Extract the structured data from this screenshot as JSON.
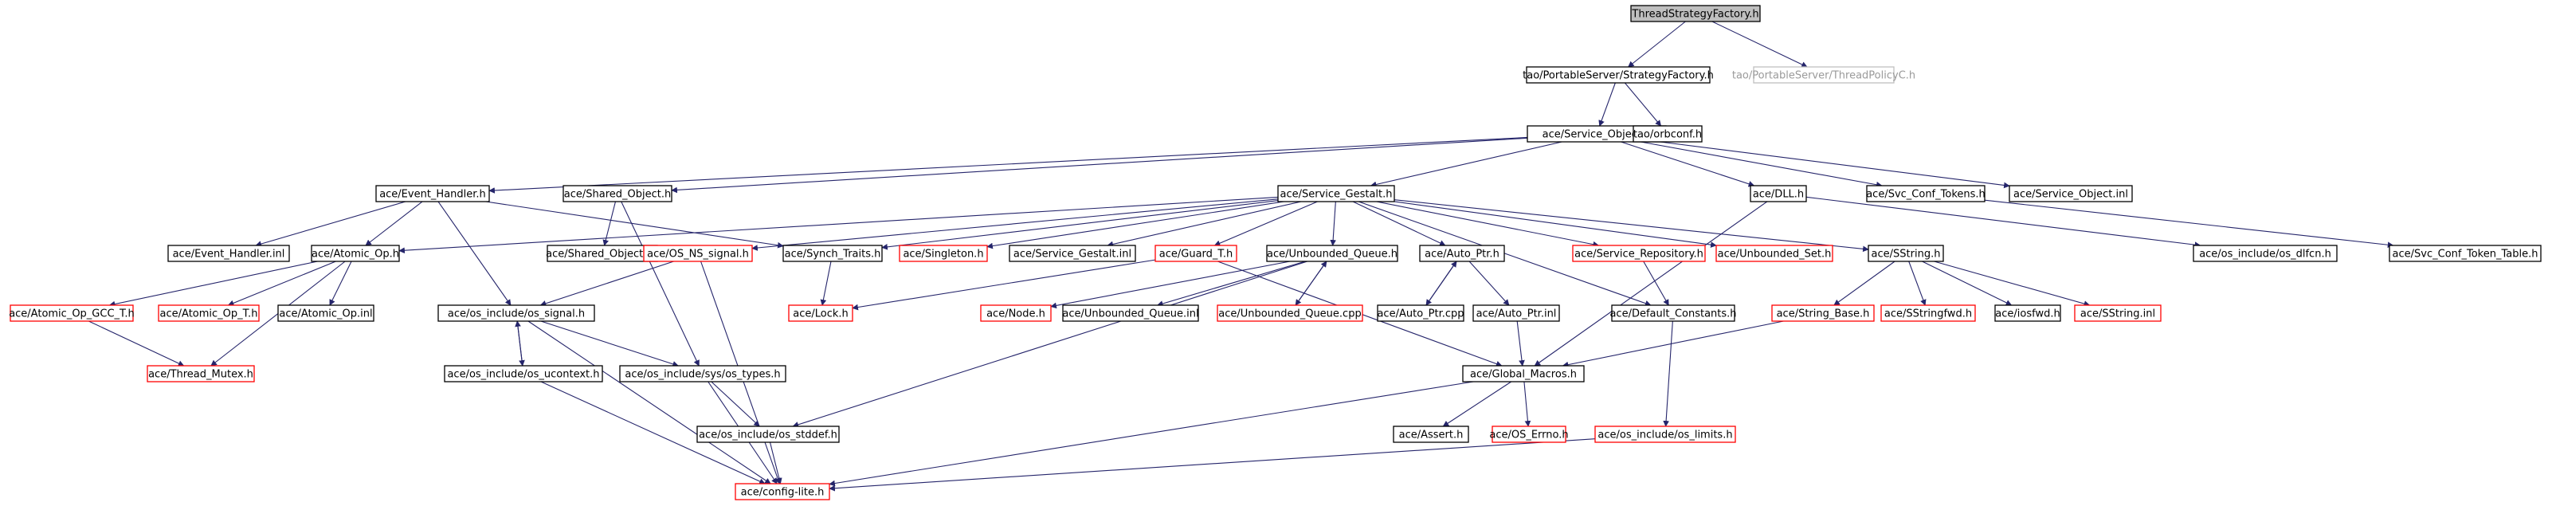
{
  "colors": {
    "edge": "#25256b",
    "black": "#000000",
    "red": "#ff0000",
    "gray": "#bfbfbf",
    "rootFill": "#bfbfbf"
  },
  "nodes": [
    {
      "id": "n0",
      "label": "ThreadStrategyFactory.h",
      "style": "root"
    },
    {
      "id": "n1",
      "label": "tao/PortableServer/StrategyFactory.h",
      "style": "black"
    },
    {
      "id": "n2",
      "label": "tao/PortableServer/ThreadPolicyC.h",
      "style": "gray"
    },
    {
      "id": "n3",
      "label": "ace/Service_Object.h",
      "style": "black"
    },
    {
      "id": "n4",
      "label": "tao/orbconf.h",
      "style": "black"
    },
    {
      "id": "n5",
      "label": "ace/Event_Handler.h",
      "style": "black"
    },
    {
      "id": "n6",
      "label": "ace/Shared_Object.h",
      "style": "black"
    },
    {
      "id": "n7",
      "label": "ace/Service_Gestalt.h",
      "style": "black"
    },
    {
      "id": "n8",
      "label": "ace/DLL.h",
      "style": "black"
    },
    {
      "id": "n9",
      "label": "ace/Svc_Conf_Tokens.h",
      "style": "black"
    },
    {
      "id": "n10",
      "label": "ace/Service_Object.inl",
      "style": "black"
    },
    {
      "id": "n11",
      "label": "ace/Event_Handler.inl",
      "style": "black"
    },
    {
      "id": "n12",
      "label": "ace/Atomic_Op.h",
      "style": "black"
    },
    {
      "id": "n13",
      "label": "ace/Shared_Object.inl",
      "style": "black"
    },
    {
      "id": "n14",
      "label": "ace/OS_NS_signal.h",
      "style": "red"
    },
    {
      "id": "n15",
      "label": "ace/Synch_Traits.h",
      "style": "black"
    },
    {
      "id": "n16",
      "label": "ace/Singleton.h",
      "style": "red"
    },
    {
      "id": "n17",
      "label": "ace/Service_Gestalt.inl",
      "style": "black"
    },
    {
      "id": "n18",
      "label": "ace/Guard_T.h",
      "style": "red"
    },
    {
      "id": "n19",
      "label": "ace/Unbounded_Queue.h",
      "style": "black"
    },
    {
      "id": "n20",
      "label": "ace/Auto_Ptr.h",
      "style": "black"
    },
    {
      "id": "n21",
      "label": "ace/Service_Repository.h",
      "style": "red"
    },
    {
      "id": "n22",
      "label": "ace/Unbounded_Set.h",
      "style": "red"
    },
    {
      "id": "n23",
      "label": "ace/SString.h",
      "style": "black"
    },
    {
      "id": "n24",
      "label": "ace/os_include/os_dlfcn.h",
      "style": "black"
    },
    {
      "id": "n25",
      "label": "ace/Svc_Conf_Token_Table.h",
      "style": "black"
    },
    {
      "id": "n26",
      "label": "ace/Atomic_Op_GCC_T.h",
      "style": "red"
    },
    {
      "id": "n27",
      "label": "ace/Atomic_Op_T.h",
      "style": "red"
    },
    {
      "id": "n28",
      "label": "ace/Atomic_Op.inl",
      "style": "black"
    },
    {
      "id": "n29",
      "label": "ace/os_include/os_signal.h",
      "style": "black"
    },
    {
      "id": "n30",
      "label": "ace/Lock.h",
      "style": "red"
    },
    {
      "id": "n31",
      "label": "ace/Node.h",
      "style": "red"
    },
    {
      "id": "n32",
      "label": "ace/Unbounded_Queue.inl",
      "style": "black"
    },
    {
      "id": "n33",
      "label": "ace/Unbounded_Queue.cpp",
      "style": "red"
    },
    {
      "id": "n34",
      "label": "ace/Auto_Ptr.cpp",
      "style": "black"
    },
    {
      "id": "n35",
      "label": "ace/Auto_Ptr.inl",
      "style": "black"
    },
    {
      "id": "n36",
      "label": "ace/Default_Constants.h",
      "style": "black"
    },
    {
      "id": "n37",
      "label": "ace/String_Base.h",
      "style": "red"
    },
    {
      "id": "n38",
      "label": "ace/SStringfwd.h",
      "style": "red"
    },
    {
      "id": "n39",
      "label": "ace/iosfwd.h",
      "style": "black"
    },
    {
      "id": "n40",
      "label": "ace/SString.inl",
      "style": "red"
    },
    {
      "id": "n41",
      "label": "ace/Thread_Mutex.h",
      "style": "red"
    },
    {
      "id": "n42",
      "label": "ace/os_include/os_ucontext.h",
      "style": "black"
    },
    {
      "id": "n43",
      "label": "ace/os_include/sys/os_types.h",
      "style": "black"
    },
    {
      "id": "n44",
      "label": "ace/Global_Macros.h",
      "style": "black"
    },
    {
      "id": "n45",
      "label": "ace/os_include/os_stddef.h",
      "style": "black"
    },
    {
      "id": "n46",
      "label": "ace/Assert.h",
      "style": "black"
    },
    {
      "id": "n47",
      "label": "ace/OS_Errno.h",
      "style": "red"
    },
    {
      "id": "n48",
      "label": "ace/os_include/os_limits.h",
      "style": "red"
    },
    {
      "id": "n49",
      "label": "ace/config-lite.h",
      "style": "red"
    }
  ],
  "edges": [
    [
      "n0",
      "n1"
    ],
    [
      "n0",
      "n2"
    ],
    [
      "n1",
      "n3"
    ],
    [
      "n1",
      "n4"
    ],
    [
      "n3",
      "n5"
    ],
    [
      "n3",
      "n6"
    ],
    [
      "n3",
      "n7"
    ],
    [
      "n3",
      "n8"
    ],
    [
      "n3",
      "n9"
    ],
    [
      "n3",
      "n10"
    ],
    [
      "n5",
      "n11"
    ],
    [
      "n5",
      "n12"
    ],
    [
      "n5",
      "n15"
    ],
    [
      "n5",
      "n29"
    ],
    [
      "n6",
      "n13"
    ],
    [
      "n6",
      "n43"
    ],
    [
      "n7",
      "n12"
    ],
    [
      "n7",
      "n14"
    ],
    [
      "n7",
      "n15"
    ],
    [
      "n7",
      "n16"
    ],
    [
      "n7",
      "n17"
    ],
    [
      "n7",
      "n18"
    ],
    [
      "n7",
      "n19"
    ],
    [
      "n7",
      "n20"
    ],
    [
      "n7",
      "n21"
    ],
    [
      "n7",
      "n22"
    ],
    [
      "n7",
      "n23"
    ],
    [
      "n7",
      "n36"
    ],
    [
      "n8",
      "n24"
    ],
    [
      "n8",
      "n44"
    ],
    [
      "n9",
      "n25"
    ],
    [
      "n12",
      "n26"
    ],
    [
      "n12",
      "n27"
    ],
    [
      "n12",
      "n28"
    ],
    [
      "n12",
      "n41"
    ],
    [
      "n26",
      "n41"
    ],
    [
      "n14",
      "n29"
    ],
    [
      "n14",
      "n49"
    ],
    [
      "n15",
      "n30"
    ],
    [
      "n18",
      "n30"
    ],
    [
      "n18",
      "n44"
    ],
    [
      "n19",
      "n31"
    ],
    [
      "n19",
      "n32"
    ],
    [
      "n19",
      "n33"
    ],
    [
      "n19",
      "n45"
    ],
    [
      "n33",
      "n19"
    ],
    [
      "n20",
      "n34"
    ],
    [
      "n20",
      "n35"
    ],
    [
      "n34",
      "n20"
    ],
    [
      "n21",
      "n36"
    ],
    [
      "n23",
      "n37"
    ],
    [
      "n23",
      "n38"
    ],
    [
      "n23",
      "n39"
    ],
    [
      "n23",
      "n40"
    ],
    [
      "n37",
      "n44"
    ],
    [
      "n29",
      "n42"
    ],
    [
      "n29",
      "n43"
    ],
    [
      "n29",
      "n49"
    ],
    [
      "n42",
      "n29"
    ],
    [
      "n42",
      "n49"
    ],
    [
      "n43",
      "n45"
    ],
    [
      "n43",
      "n49"
    ],
    [
      "n45",
      "n49"
    ],
    [
      "n35",
      "n44"
    ],
    [
      "n36",
      "n48"
    ],
    [
      "n44",
      "n46"
    ],
    [
      "n44",
      "n47"
    ],
    [
      "n44",
      "n49"
    ],
    [
      "n48",
      "n49"
    ]
  ]
}
